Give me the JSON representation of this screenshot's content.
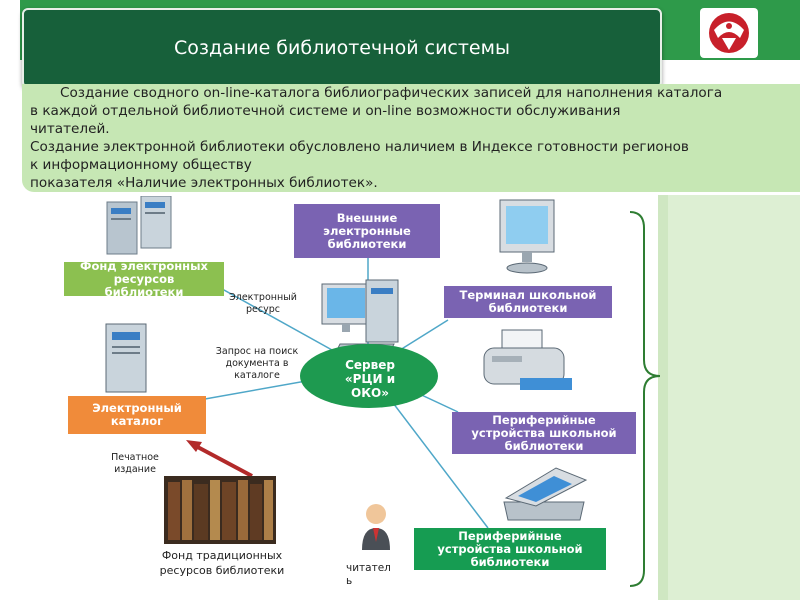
{
  "title": "Создание библиотечной системы",
  "intro": {
    "lines": [
      "Создание сводного on-line-каталога библиографических записей для наполнения каталога",
      "в каждой отдельной библиотечной системе и  on-line возможности обслуживания",
      "читателей.",
      "Создание электронной библиотеки обусловлено наличием в Индексе готовности регионов",
      "к информационному обществу",
      "показателя «Наличие электронных библиотек»."
    ]
  },
  "diagram": {
    "server": {
      "line1": "Сервер",
      "line2": "«РЦИ и",
      "line3": "ОКО»"
    },
    "external_libraries": {
      "line1": "Внешние",
      "line2": "электронные",
      "line3": "библиотеки"
    },
    "e_fund": {
      "line1": "Фонд электронных",
      "line2": "ресурсов",
      "line3": "библиотеки"
    },
    "terminal": {
      "line1": "Терминал школьной",
      "line2": "библиотеки"
    },
    "peripheral_1": {
      "line1": "Периферийные",
      "line2": "устройства школьной",
      "line3": "библиотеки"
    },
    "peripheral_2": {
      "line1": "Периферийные",
      "line2": "устройства школьной",
      "line3": "библиотеки"
    },
    "e_catalog": {
      "line1": "Электронный",
      "line2": "каталог"
    },
    "e_resource_label": {
      "line1": "Электронный",
      "line2": "ресурс"
    },
    "search_request_label": {
      "line1": "Запрос на поиск",
      "line2": "документа в",
      "line3": "каталоге"
    },
    "print_edition_label": {
      "line1": "Печатное",
      "line2": "издание"
    },
    "traditional_fund_label": {
      "line1": "Фонд традиционных",
      "line2": "ресурсов библиотеки"
    },
    "reader_label": {
      "line1": "читател",
      "line2": "ь"
    }
  },
  "colors": {
    "title_bg": "#17603a",
    "intro_bg": "#c6e7b4",
    "purple": "#7a63b2",
    "green": "#8cc050",
    "orange": "#f08b3a",
    "darkgreen": "#169c52",
    "server": "#1e9a50",
    "lines": "#4fa7c8"
  }
}
